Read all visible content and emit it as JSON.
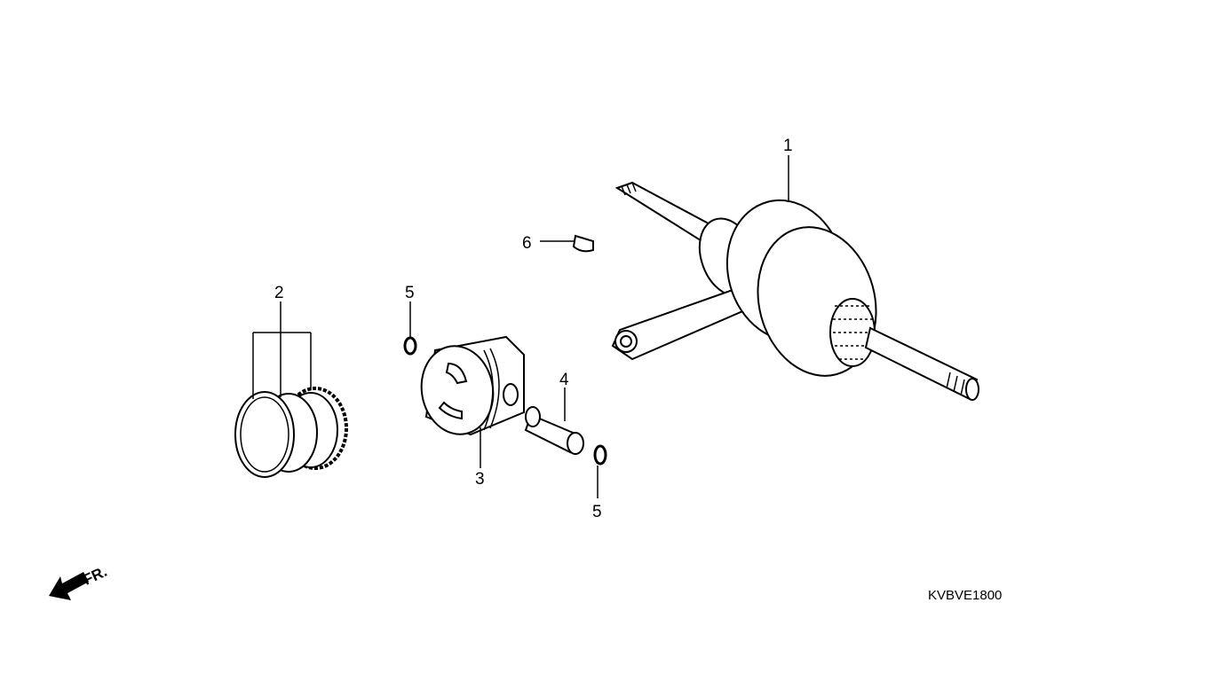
{
  "diagram": {
    "callouts": [
      {
        "id": "label-1",
        "text": "1",
        "part": "crankshaft"
      },
      {
        "id": "label-2",
        "text": "2",
        "part": "piston-ring-set"
      },
      {
        "id": "label-3",
        "text": "3",
        "part": "piston"
      },
      {
        "id": "label-4",
        "text": "4",
        "part": "piston-pin"
      },
      {
        "id": "label-5a",
        "text": "5",
        "part": "piston-pin-clip"
      },
      {
        "id": "label-5b",
        "text": "5",
        "part": "piston-pin-clip"
      },
      {
        "id": "label-6",
        "text": "6",
        "part": "woodruff-key"
      }
    ],
    "direction_marker": "FR.",
    "diagram_code": "KVBVE1800"
  }
}
